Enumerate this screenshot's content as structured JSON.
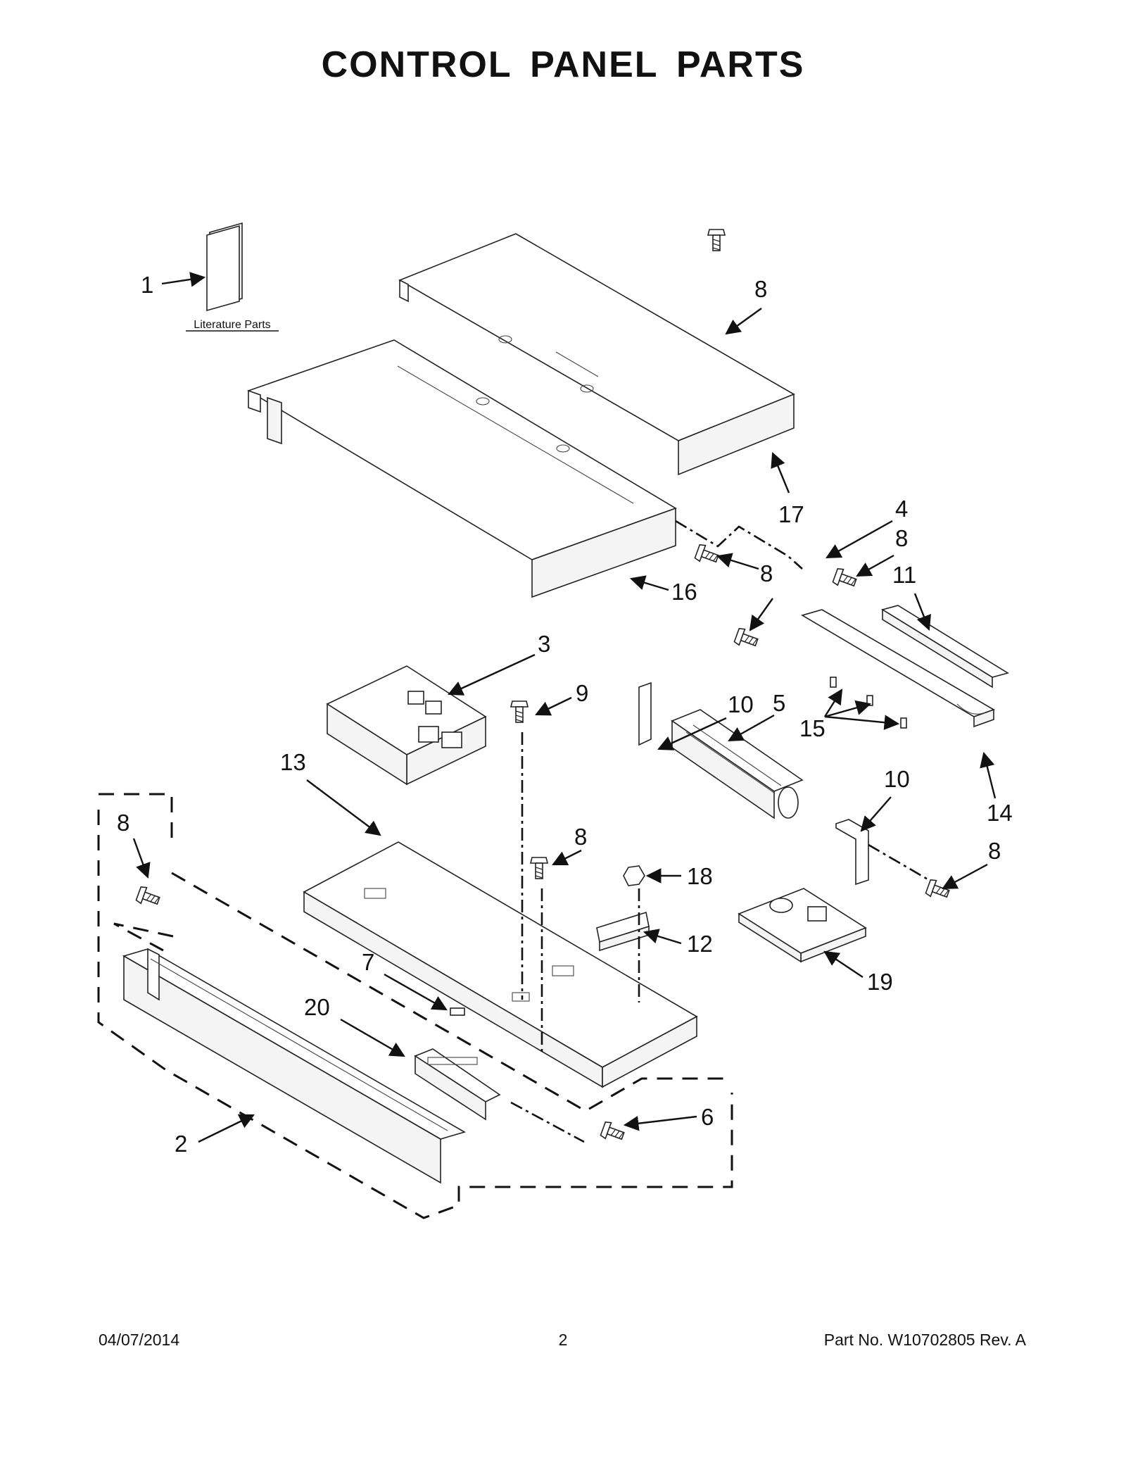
{
  "page": {
    "title": "CONTROL PANEL PARTS",
    "literature_label": "Literature Parts"
  },
  "callouts": {
    "c1": "1",
    "c2": "2",
    "c3": "3",
    "c4": "4",
    "c5": "5",
    "c6": "6",
    "c7": "7",
    "c8": "8",
    "c9": "9",
    "c10": "10",
    "c11": "11",
    "c12": "12",
    "c13": "13",
    "c14": "14",
    "c15": "15",
    "c16": "16",
    "c17": "17",
    "c18": "18",
    "c19": "19",
    "c20": "20"
  },
  "footer": {
    "date": "04/07/2014",
    "page_number": "2",
    "part_number": "Part No.  W10702805  Rev.  A"
  }
}
